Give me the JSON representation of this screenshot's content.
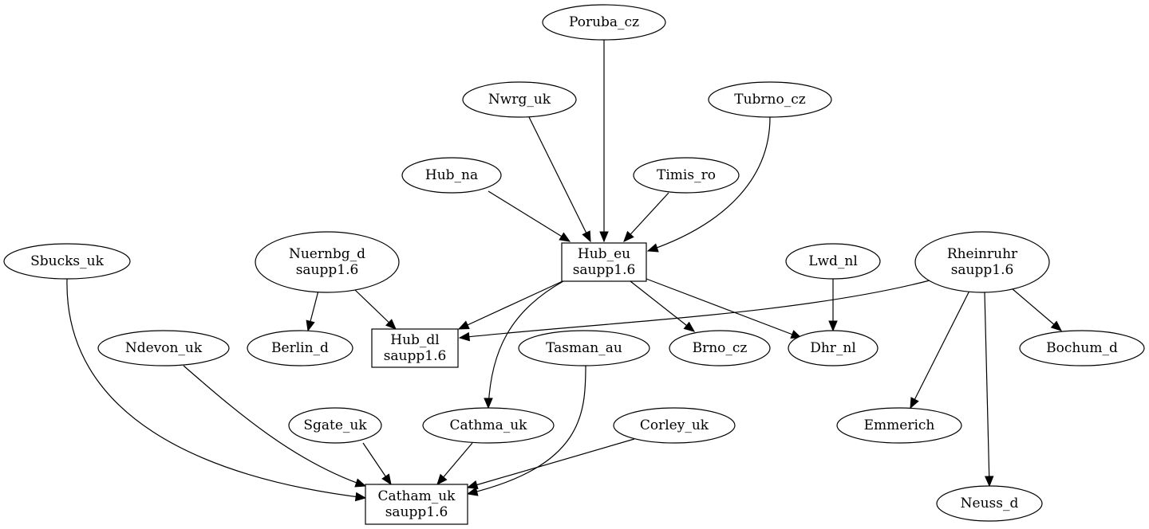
{
  "nodes": {
    "poruba_cz": {
      "lines": [
        "Poruba_cz"
      ]
    },
    "nwrg_uk": {
      "lines": [
        "Nwrg_uk"
      ]
    },
    "tubrno_cz": {
      "lines": [
        "Tubrno_cz"
      ]
    },
    "hub_na": {
      "lines": [
        "Hub_na"
      ]
    },
    "timis_ro": {
      "lines": [
        "Timis_ro"
      ]
    },
    "hub_eu": {
      "lines": [
        "Hub_eu",
        "saupp1.6"
      ]
    },
    "sbucks_uk": {
      "lines": [
        "Sbucks_uk"
      ]
    },
    "nuernbg_d": {
      "lines": [
        "Nuernbg_d",
        "saupp1.6"
      ]
    },
    "lwd_nl": {
      "lines": [
        "Lwd_nl"
      ]
    },
    "rheinruhr": {
      "lines": [
        "Rheinruhr",
        "saupp1.6"
      ]
    },
    "ndevon_uk": {
      "lines": [
        "Ndevon_uk"
      ]
    },
    "berlin_d": {
      "lines": [
        "Berlin_d"
      ]
    },
    "hub_dl": {
      "lines": [
        "Hub_dl",
        "saupp1.6"
      ]
    },
    "tasman_au": {
      "lines": [
        "Tasman_au"
      ]
    },
    "brno_cz": {
      "lines": [
        "Brno_cz"
      ]
    },
    "dhr_nl": {
      "lines": [
        "Dhr_nl"
      ]
    },
    "bochum_d": {
      "lines": [
        "Bochum_d"
      ]
    },
    "sgate_uk": {
      "lines": [
        "Sgate_uk"
      ]
    },
    "cathma_uk": {
      "lines": [
        "Cathma_uk"
      ]
    },
    "corley_uk": {
      "lines": [
        "Corley_uk"
      ]
    },
    "emmerich": {
      "lines": [
        "Emmerich"
      ]
    },
    "catham_uk": {
      "lines": [
        "Catham_uk",
        "saupp1.6"
      ]
    },
    "neuss_d": {
      "lines": [
        "Neuss_d"
      ]
    }
  },
  "edges": [
    {
      "from": "poruba_cz",
      "to": "hub_eu"
    },
    {
      "from": "nwrg_uk",
      "to": "hub_eu"
    },
    {
      "from": "tubrno_cz",
      "to": "hub_eu"
    },
    {
      "from": "hub_na",
      "to": "hub_eu"
    },
    {
      "from": "timis_ro",
      "to": "hub_eu"
    },
    {
      "from": "hub_eu",
      "to": "hub_dl"
    },
    {
      "from": "hub_eu",
      "to": "brno_cz"
    },
    {
      "from": "hub_eu",
      "to": "dhr_nl"
    },
    {
      "from": "hub_eu",
      "to": "cathma_uk"
    },
    {
      "from": "nuernbg_d",
      "to": "berlin_d"
    },
    {
      "from": "nuernbg_d",
      "to": "hub_dl"
    },
    {
      "from": "rheinruhr",
      "to": "hub_dl"
    },
    {
      "from": "rheinruhr",
      "to": "bochum_d"
    },
    {
      "from": "rheinruhr",
      "to": "emmerich"
    },
    {
      "from": "rheinruhr",
      "to": "neuss_d"
    },
    {
      "from": "lwd_nl",
      "to": "dhr_nl"
    },
    {
      "from": "sbucks_uk",
      "to": "catham_uk"
    },
    {
      "from": "ndevon_uk",
      "to": "catham_uk"
    },
    {
      "from": "sgate_uk",
      "to": "catham_uk"
    },
    {
      "from": "cathma_uk",
      "to": "catham_uk"
    },
    {
      "from": "tasman_au",
      "to": "catham_uk"
    },
    {
      "from": "corley_uk",
      "to": "catham_uk"
    }
  ]
}
